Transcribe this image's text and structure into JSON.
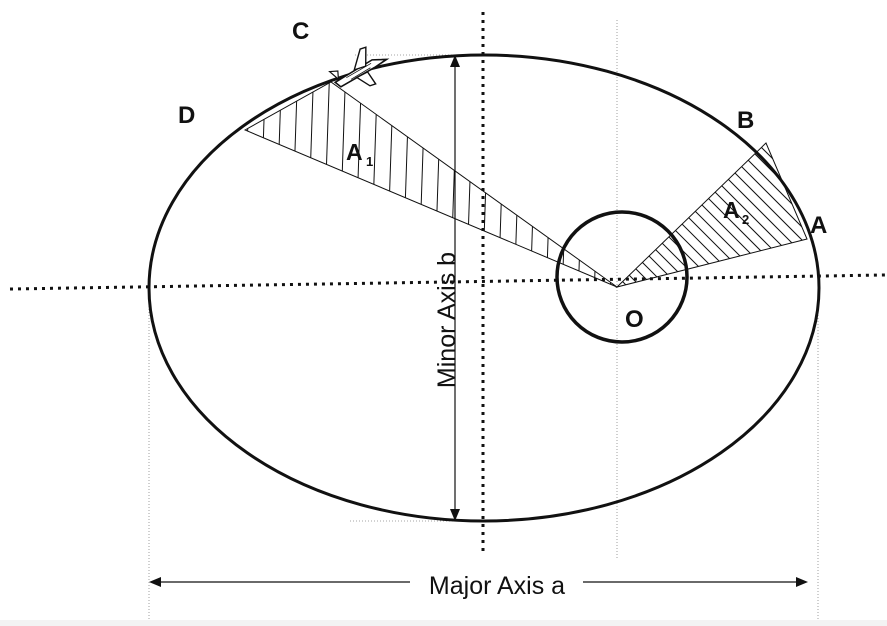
{
  "labels": {
    "point_a": "A",
    "point_b": "B",
    "point_c": "C",
    "point_d": "D",
    "point_o": "O",
    "area_1": "A",
    "area_1_sub": "1",
    "area_2": "A",
    "area_2_sub": "2",
    "minor_axis": "Minor Axis b",
    "major_axis": "Major Axis a"
  },
  "icons": {
    "spacecraft": "space-shuttle-icon",
    "planet": "planet-circle"
  },
  "colors": {
    "stroke": "#111111",
    "background": "#ffffff"
  }
}
